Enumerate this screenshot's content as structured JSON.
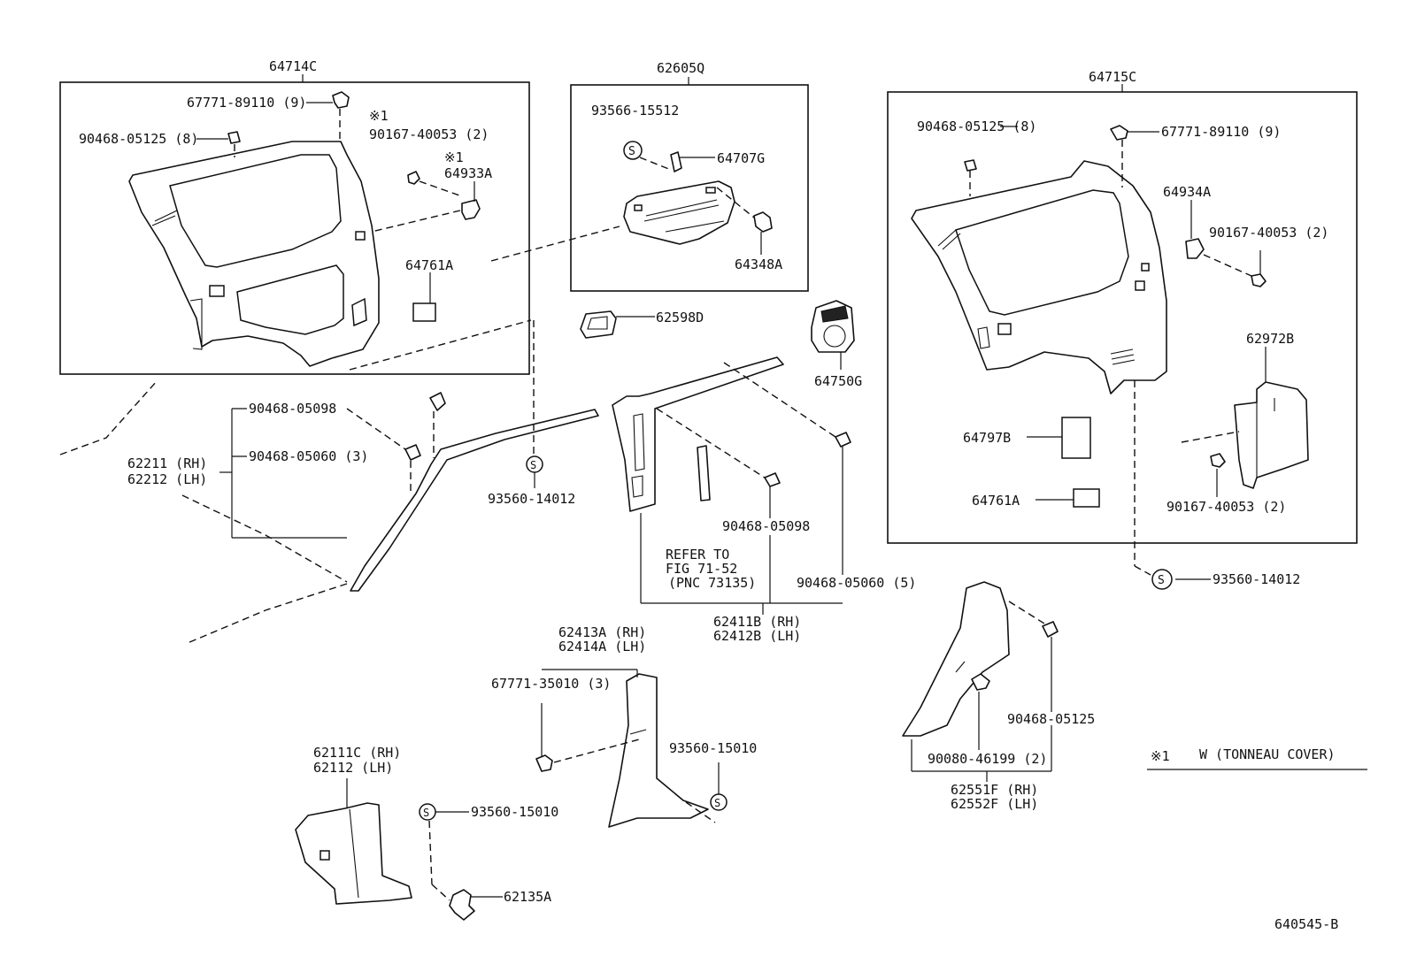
{
  "diagram": {
    "part_labels": {
      "p64714C": "64714C",
      "p67771_89110_l": "67771-89110 (9)",
      "p90468_05125_l": "90468-05125 (8)",
      "note1_a": "※1",
      "p90167_40053_a": "90167-40053 (2)",
      "note1_b": "※1",
      "p64933A": "64933A",
      "p64761A_l": "64761A",
      "p62605Q": "62605Q",
      "p93566_15512": "93566-15512",
      "p64707G": "64707G",
      "p64348A": "64348A",
      "p62598D": "62598D",
      "p64750G": "64750G",
      "p64715C": "64715C",
      "p90468_05125_r": "90468-05125 (8)",
      "p67771_89110_r": "67771-89110 (9)",
      "p64934A": "64934A",
      "p90167_40053_b": "90167-40053 (2)",
      "p62972B": "62972B",
      "p64797B": "64797B",
      "p64761A_r": "64761A",
      "p90167_40053_c": "90167-40053 (2)",
      "p93560_14012_r": "93560-14012",
      "p90468_05098_a": "90468-05098",
      "p90468_05060_a": "90468-05060 (3)",
      "p62211": "62211 (RH)",
      "p62212": "62212 (LH)",
      "p93560_14012_m": "93560-14012",
      "p90468_05098_b": "90468-05098",
      "refer_1": "REFER TO",
      "refer_2": "FIG 71-52",
      "refer_3": "(PNC 73135)",
      "p90468_05060_b": "90468-05060 (5)",
      "p62411B": "62411B (RH)",
      "p62412B": "62412B (LH)",
      "p62413A": "62413A (RH)",
      "p62414A": "62414A (LH)",
      "p67771_35010": "67771-35010 (3)",
      "p93560_15010_a": "93560-15010",
      "p62111C": "62111C (RH)",
      "p62112": "62112   (LH)",
      "p93560_15010_b": "93560-15010",
      "p62135A": "62135A",
      "p90468_05125_c": "90468-05125",
      "p90080_46199": "90080-46199 (2)",
      "p62551F": "62551F (RH)",
      "p62552F": "62552F (LH)",
      "legend_mark": "※1",
      "legend_text": "W (TONNEAU  COVER)",
      "figure_code": "640545-B"
    },
    "screw_symbol": "S"
  }
}
